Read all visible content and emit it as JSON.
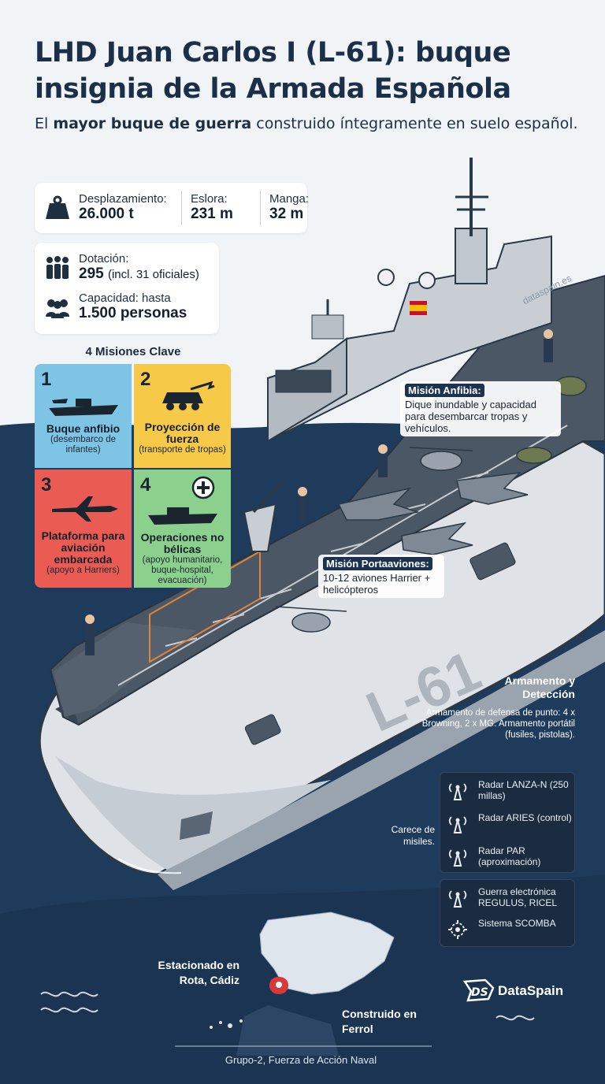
{
  "header": {
    "title": "LHD Juan Carlos I (L-61): buque insignia de la Armada Española",
    "subtitle_pre": "El ",
    "subtitle_bold": "mayor buque de guerra",
    "subtitle_post": " construido íntegramente en suelo español."
  },
  "stats": {
    "displacement_label": "Desplazamiento:",
    "displacement_value": "26.000 t",
    "length_label": "Eslora:",
    "length_value": "231 m",
    "beam_label": "Manga:",
    "beam_value": "32 m",
    "crew_label": "Dotación:",
    "crew_value": "295",
    "crew_note": "(incl. 31 oficiales)",
    "capacity_label": "Capacidad: hasta",
    "capacity_value": "1.500 personas"
  },
  "missions": {
    "title": "4 Misiones Clave",
    "items": [
      {
        "num": "1",
        "title": "Buque anfibio",
        "desc": "(desembarco de infantes)",
        "color": "#7ec4e4"
      },
      {
        "num": "2",
        "title": "Proyección de fuerza",
        "desc": "(transporte de tropas)",
        "color": "#f7c948"
      },
      {
        "num": "3",
        "title": "Plataforma para aviación embarcada",
        "desc": "(apoyo a Harriers)",
        "color": "#ea5b54"
      },
      {
        "num": "4",
        "title": "Operaciones no bélicas",
        "desc": "(apoyo humanitario, buque-hospital, evacuación)",
        "color": "#8cd08e"
      }
    ]
  },
  "callouts": {
    "amphibious_title": "Misión Anfibia:",
    "amphibious_text": "Dique inundable y capacidad para desembarcar tropas y vehículos.",
    "carrier_title": "Misión Portaaviones:",
    "carrier_text": "10-12 aviones Harrier + helicópteros"
  },
  "ship": {
    "hull_number": "L-61",
    "watermark": "dataspain.es"
  },
  "armament": {
    "title": "Armamento y Detección",
    "desc": "Armamento de defensa de punto: 4 x Browning, 2 x MG. Armamento portátil (fusiles, pistolas).",
    "no_missiles": "Carece de misiles.",
    "sensors": [
      {
        "icon": "radar-icon",
        "label": "Radar LANZA-N (250 millas)"
      },
      {
        "icon": "radar-icon",
        "label": "Radar ARIES (control)"
      },
      {
        "icon": "radar-icon",
        "label": "Radar PAR (aproximación)"
      }
    ],
    "ew": [
      {
        "icon": "radar-icon",
        "label": "Guerra electrónica REGULUS, RICEL"
      },
      {
        "icon": "combat-system-icon",
        "label": "Sistema SCOMBA"
      }
    ]
  },
  "map": {
    "stationed": "Estacionado en Rota, Cádiz",
    "built": "Construido en Ferrol"
  },
  "brand": "DataSpain",
  "footer": "Grupo-2, Fuerza de Acción Naval",
  "colors": {
    "navy": "#1b3350",
    "sea": "#1d3a5a",
    "deck": "#4a5663",
    "hull": "#d9dde2"
  }
}
